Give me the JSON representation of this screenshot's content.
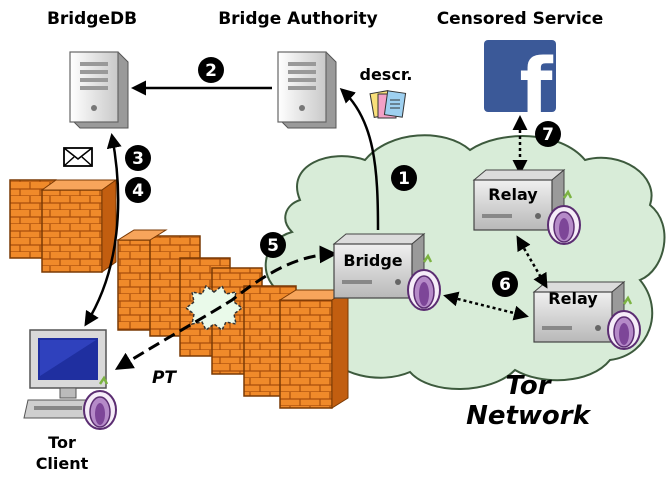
{
  "labels": {
    "bridgedb": "BridgeDB",
    "bridge_authority": "Bridge Authority",
    "censored_service": "Censored Service",
    "descr": "descr.",
    "bridge": "Bridge",
    "relay_top": "Relay",
    "relay_bottom": "Relay",
    "pt": "PT",
    "tor_network_line1": "Tor",
    "tor_network_line2": "Network",
    "tor_client_line1": "Tor",
    "tor_client_line2": "Client"
  },
  "steps": [
    "1",
    "2",
    "3",
    "4",
    "5",
    "6",
    "7"
  ],
  "icons": {
    "facebook": "f"
  },
  "colors": {
    "cloud_fill": "#d8ecd8",
    "cloud_stroke": "#3d5a3d",
    "brick": "#f08a2a",
    "brick_dark": "#c25e10",
    "facebook": "#3b5998",
    "onion": "#7d4698",
    "onion_leaf": "#9acd32"
  }
}
